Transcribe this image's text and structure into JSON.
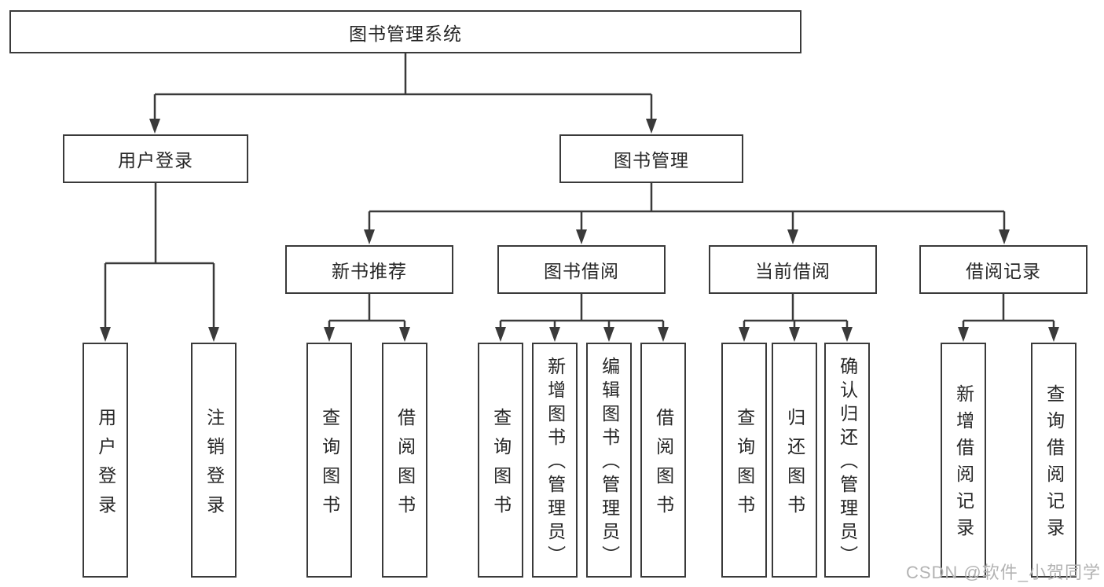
{
  "tree": {
    "root": {
      "label": "图书管理系统"
    },
    "branches": [
      {
        "label": "用户登录",
        "children": [
          {
            "label": "用户登录"
          },
          {
            "label": "注销登录"
          }
        ]
      },
      {
        "label": "图书管理",
        "children": [
          {
            "label": "新书推荐",
            "children": [
              {
                "label": "查询图书"
              },
              {
                "label": "借阅图书"
              }
            ]
          },
          {
            "label": "图书借阅",
            "children": [
              {
                "label": "查询图书"
              },
              {
                "label": "新增图书（管理员）"
              },
              {
                "label": "编辑图书（管理员）"
              },
              {
                "label": "借阅图书"
              }
            ]
          },
          {
            "label": "当前借阅",
            "children": [
              {
                "label": "查询图书"
              },
              {
                "label": "归还图书"
              },
              {
                "label": "确认归还（管理员）"
              }
            ]
          },
          {
            "label": "借阅记录",
            "children": [
              {
                "label": "新增借阅记录"
              },
              {
                "label": "查询借阅记录"
              }
            ]
          }
        ]
      }
    ]
  },
  "watermark": {
    "text": "CSDN @软件_小贺同学"
  },
  "colors": {
    "line": "#3a3a3a",
    "text": "#262626",
    "watermark": "#b3b3b3",
    "background": "#ffffff"
  }
}
